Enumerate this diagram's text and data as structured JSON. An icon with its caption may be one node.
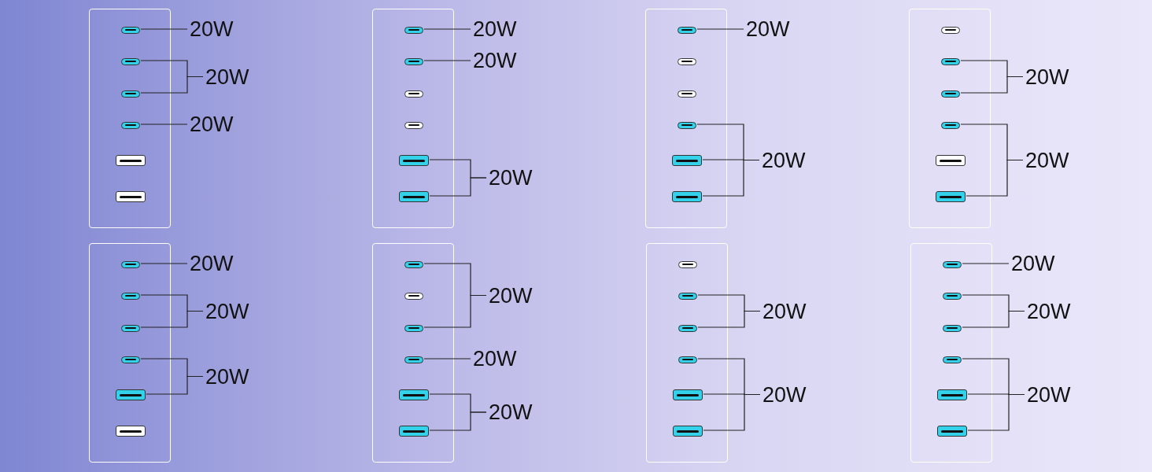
{
  "diagram": {
    "nodes": [
      {
        "text": [],
        "shape": "box"
      },
      {
        "text": [],
        "shape": "pill",
        "in": 0
      },
      {
        "text": [],
        "shape": "pill",
        "in": 0
      },
      {
        "text": [],
        "shape": "pill",
        "in": 0
      },
      {
        "text": [],
        "shape": "pill",
        "in": 0
      },
      {
        "text": [],
        "shape": "bar",
        "in": 0
      },
      {
        "text": [],
        "shape": "bar",
        "in": 0
      },
      {
        "text": [
          "20W"
        ]
      },
      {
        "text": [
          "20W"
        ]
      },
      {
        "text": [
          "20W"
        ]
      },
      {
        "text": [],
        "shape": "box"
      },
      {
        "text": [],
        "shape": "pill",
        "in": 10
      },
      {
        "text": [],
        "shape": "pill",
        "in": 10
      },
      {
        "text": [],
        "shape": "pill",
        "in": 10
      },
      {
        "text": [],
        "shape": "pill",
        "in": 10
      },
      {
        "text": [],
        "shape": "bar",
        "in": 10
      },
      {
        "text": [],
        "shape": "bar",
        "in": 10
      },
      {
        "text": [
          "20W"
        ]
      },
      {
        "text": [
          "20W"
        ]
      },
      {
        "text": [
          "20W"
        ]
      },
      {
        "text": [],
        "shape": "box"
      },
      {
        "text": [],
        "shape": "pill",
        "in": 20
      },
      {
        "text": [],
        "shape": "pill",
        "in": 20
      },
      {
        "text": [],
        "shape": "pill",
        "in": 20
      },
      {
        "text": [],
        "shape": "pill",
        "in": 20
      },
      {
        "text": [],
        "shape": "bar",
        "in": 20
      },
      {
        "text": [],
        "shape": "bar",
        "in": 20
      },
      {
        "text": [
          "20W"
        ]
      },
      {
        "text": [
          "20W"
        ]
      },
      {
        "text": [],
        "shape": "box"
      },
      {
        "text": [],
        "shape": "pill",
        "in": 29
      },
      {
        "text": [],
        "shape": "pill",
        "in": 29
      },
      {
        "text": [],
        "shape": "pill",
        "in": 29
      },
      {
        "text": [],
        "shape": "pill",
        "in": 29
      },
      {
        "text": [],
        "shape": "bar",
        "in": 29
      },
      {
        "text": [],
        "shape": "bar",
        "in": 29
      },
      {
        "text": [
          "20W"
        ]
      },
      {
        "text": [
          "20W"
        ]
      },
      {
        "text": [],
        "shape": "box"
      },
      {
        "text": [],
        "shape": "pill",
        "in": 38
      },
      {
        "text": [],
        "shape": "pill",
        "in": 38
      },
      {
        "text": [],
        "shape": "pill",
        "in": 38
      },
      {
        "text": [],
        "shape": "pill",
        "in": 38
      },
      {
        "text": [],
        "shape": "bar",
        "in": 38
      },
      {
        "text": [],
        "shape": "bar",
        "in": 38
      },
      {
        "text": [
          "20W"
        ]
      },
      {
        "text": [
          "20W"
        ]
      },
      {
        "text": [
          "20W"
        ]
      },
      {
        "text": [],
        "shape": "box"
      },
      {
        "text": [],
        "shape": "pill",
        "in": 48
      },
      {
        "text": [],
        "shape": "pill",
        "in": 48
      },
      {
        "text": [],
        "shape": "pill",
        "in": 48
      },
      {
        "text": [],
        "shape": "pill",
        "in": 48
      },
      {
        "text": [],
        "shape": "bar",
        "in": 48
      },
      {
        "text": [],
        "shape": "bar",
        "in": 48
      },
      {
        "text": [
          "20W"
        ]
      },
      {
        "text": [
          "20W"
        ]
      },
      {
        "text": [
          "20W"
        ]
      },
      {
        "text": [],
        "shape": "box"
      },
      {
        "text": [],
        "shape": "pill",
        "in": 58
      },
      {
        "text": [],
        "shape": "pill",
        "in": 58
      },
      {
        "text": [],
        "shape": "pill",
        "in": 58
      },
      {
        "text": [],
        "shape": "pill",
        "in": 58
      },
      {
        "text": [],
        "shape": "bar",
        "in": 58
      },
      {
        "text": [],
        "shape": "bar",
        "in": 58
      },
      {
        "text": [
          "20W"
        ]
      },
      {
        "text": [
          "20W"
        ]
      },
      {
        "text": [],
        "shape": "box"
      },
      {
        "text": [],
        "shape": "pill",
        "in": 67
      },
      {
        "text": [],
        "shape": "pill",
        "in": 67
      },
      {
        "text": [],
        "shape": "pill",
        "in": 67
      },
      {
        "text": [],
        "shape": "pill",
        "in": 67
      },
      {
        "text": [],
        "shape": "bar",
        "in": 67
      },
      {
        "text": [],
        "shape": "bar",
        "in": 67
      },
      {
        "text": [
          "20W"
        ]
      },
      {
        "text": [
          "20W"
        ]
      },
      {
        "text": [
          "20W"
        ]
      }
    ],
    "edges": [
      {
        "from": 1,
        "to": 7,
        "arrow": "none"
      },
      {
        "from": 2,
        "to": 8,
        "arrow": "none"
      },
      {
        "from": 3,
        "to": 8,
        "arrow": "none"
      },
      {
        "from": 4,
        "to": 9,
        "arrow": "none"
      },
      {
        "from": 11,
        "to": 17,
        "arrow": "none"
      },
      {
        "from": 12,
        "to": 18,
        "arrow": "none"
      },
      {
        "from": 15,
        "to": 19,
        "arrow": "none"
      },
      {
        "from": 16,
        "to": 19,
        "arrow": "none"
      },
      {
        "from": 21,
        "to": 27,
        "arrow": "none"
      },
      {
        "from": 24,
        "to": 28,
        "arrow": "none"
      },
      {
        "from": 25,
        "to": 28,
        "arrow": "none"
      },
      {
        "from": 26,
        "to": 28,
        "arrow": "none"
      },
      {
        "from": 31,
        "to": 36,
        "arrow": "none"
      },
      {
        "from": 32,
        "to": 36,
        "arrow": "none"
      },
      {
        "from": 33,
        "to": 37,
        "arrow": "none"
      },
      {
        "from": 35,
        "to": 37,
        "arrow": "none"
      },
      {
        "from": 39,
        "to": 45,
        "arrow": "none"
      },
      {
        "from": 40,
        "to": 46,
        "arrow": "none"
      },
      {
        "from": 41,
        "to": 46,
        "arrow": "none"
      },
      {
        "from": 42,
        "to": 47,
        "arrow": "none"
      },
      {
        "from": 43,
        "to": 47,
        "arrow": "none"
      },
      {
        "from": 49,
        "to": 55,
        "arrow": "none"
      },
      {
        "from": 51,
        "to": 55,
        "arrow": "none"
      },
      {
        "from": 52,
        "to": 56,
        "arrow": "none"
      },
      {
        "from": 53,
        "to": 57,
        "arrow": "none"
      },
      {
        "from": 54,
        "to": 57,
        "arrow": "none"
      },
      {
        "from": 60,
        "to": 65,
        "arrow": "none"
      },
      {
        "from": 61,
        "to": 65,
        "arrow": "none"
      },
      {
        "from": 62,
        "to": 66,
        "arrow": "none"
      },
      {
        "from": 63,
        "to": 66,
        "arrow": "none"
      },
      {
        "from": 64,
        "to": 66,
        "arrow": "none"
      },
      {
        "from": 68,
        "to": 74,
        "arrow": "none"
      },
      {
        "from": 69,
        "to": 75,
        "arrow": "none"
      },
      {
        "from": 70,
        "to": 75,
        "arrow": "none"
      },
      {
        "from": 71,
        "to": 76,
        "arrow": "none"
      },
      {
        "from": 72,
        "to": 76,
        "arrow": "none"
      },
      {
        "from": 73,
        "to": 76,
        "arrow": "none"
      }
    ]
  }
}
